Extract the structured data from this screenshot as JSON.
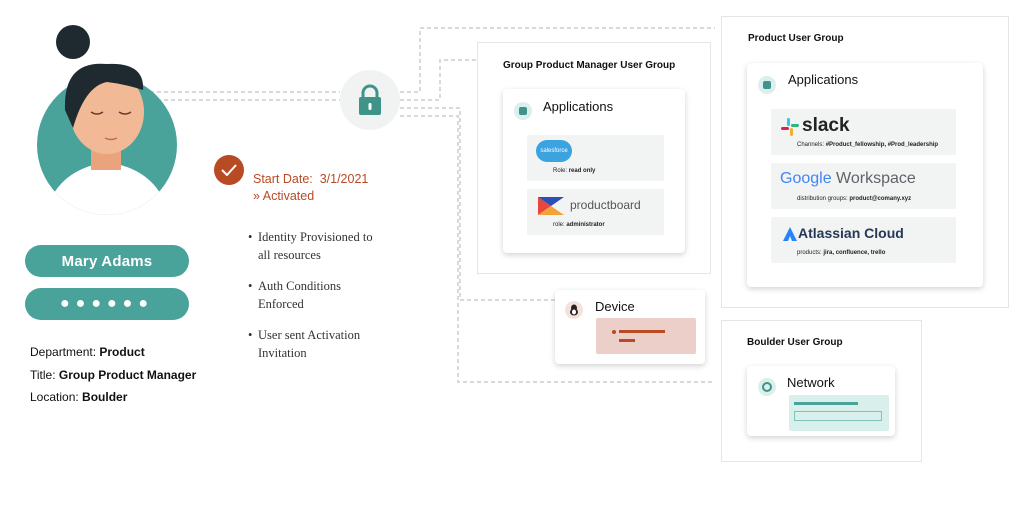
{
  "user": {
    "name": "Mary Adams",
    "password_mask": "●●●●●●",
    "details": [
      {
        "label": "Department:",
        "value": "Product"
      },
      {
        "label": "Title:",
        "value": "Group Product Manager"
      },
      {
        "label": "Location:",
        "value": "Boulder"
      }
    ]
  },
  "status": {
    "start_label": "Start Date:",
    "start_date": "3/1/2021",
    "activated": "» Activated",
    "bullets": [
      {
        "line1": "Identity Provisioned to",
        "line2": "all resources"
      },
      {
        "line1": "Auth Conditions",
        "line2": "Enforced"
      },
      {
        "line1": "User sent Activation",
        "line2": "Invitation"
      }
    ]
  },
  "gpm_group": {
    "title": "Group Product Manager User Group",
    "applications_label": "Applications",
    "apps": [
      {
        "logo": "salesforce",
        "role_label": "Role:",
        "role_value": "read only"
      },
      {
        "logo": "productboard",
        "role_label": "role:",
        "role_value": "administrator"
      }
    ]
  },
  "device": {
    "label": "Device"
  },
  "product_group": {
    "title": "Product User Group",
    "applications_label": "Applications",
    "apps": [
      {
        "logo": "slack",
        "detail_label": "Channels:",
        "detail_value": "#Product_fellowship, #Prod_leadership"
      },
      {
        "logo_google": "Google",
        "logo_ws": "Workspace",
        "detail_label": "distribution groups:",
        "detail_value": "product@comany.xyz"
      },
      {
        "logo": "Atlassian Cloud",
        "detail_label": "products:",
        "detail_value": "jira, confluence, trello"
      }
    ]
  },
  "boulder_group": {
    "title": "Boulder User Group",
    "network_label": "Network"
  },
  "colors": {
    "teal": "#4aa39a",
    "rust": "#b84a24",
    "device_fill": "#ebcfc8",
    "network_fill": "#d8efec"
  }
}
